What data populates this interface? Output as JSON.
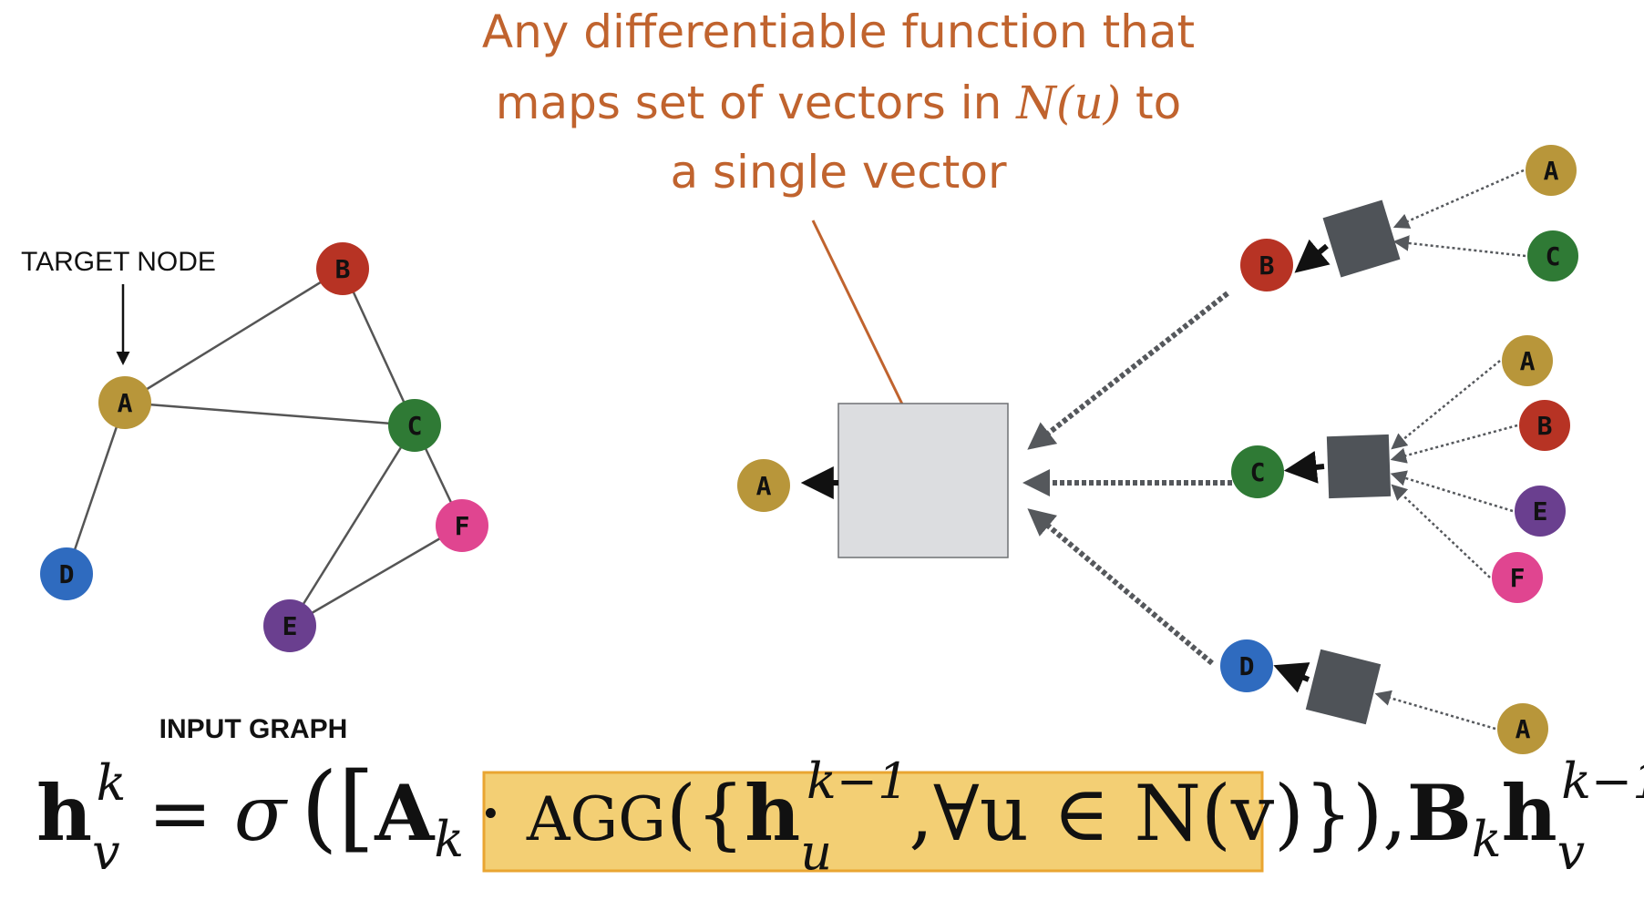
{
  "annotation": {
    "line1": "Any differentiable function that",
    "line2_pre": "maps set of vectors in ",
    "line2_math": "N(u)",
    "line2_post": " to",
    "line3": "a single vector",
    "color": "#c0632e"
  },
  "labels": {
    "target_node": "TARGET NODE",
    "input_graph": "INPUT GRAPH"
  },
  "node_colors": {
    "A": "#b8963a",
    "B": "#b73324",
    "C": "#2f7a35",
    "D": "#2f6bbf",
    "E": "#6a3f8f",
    "F": "#e04590"
  },
  "input_graph": {
    "nodes": [
      {
        "id": "A",
        "label": "A"
      },
      {
        "id": "B",
        "label": "B"
      },
      {
        "id": "C",
        "label": "C"
      },
      {
        "id": "D",
        "label": "D"
      },
      {
        "id": "E",
        "label": "E"
      },
      {
        "id": "F",
        "label": "F"
      }
    ],
    "edges": [
      [
        "A",
        "B"
      ],
      [
        "A",
        "C"
      ],
      [
        "A",
        "D"
      ],
      [
        "B",
        "C"
      ],
      [
        "C",
        "E"
      ],
      [
        "C",
        "F"
      ],
      [
        "E",
        "F"
      ]
    ]
  },
  "computation_graph": {
    "root": "A",
    "level1": [
      "B",
      "C",
      "D"
    ],
    "level2": {
      "B": [
        "A",
        "C"
      ],
      "C": [
        "A",
        "B",
        "E",
        "F"
      ],
      "D": [
        "A"
      ]
    }
  },
  "formula": {
    "h": "h",
    "sub_v": "v",
    "sub_u": "u",
    "sup_k": "k",
    "sup_km1": "k−1",
    "equals": "=",
    "sigma": "σ",
    "open_paren": "(",
    "open_bracket": "[",
    "A_bold": "A",
    "sub_k": "k",
    "cdot": "·",
    "agg": "AGG",
    "agg_open": "({",
    "forall": ",∀u ∈ N(v)",
    "agg_close": "})",
    "comma": ",",
    "B_bold": "B",
    "close_bracket": "]",
    "close_paren": ")",
    "highlight_color": "#f3cf74",
    "highlight_border": "#e9a531"
  }
}
